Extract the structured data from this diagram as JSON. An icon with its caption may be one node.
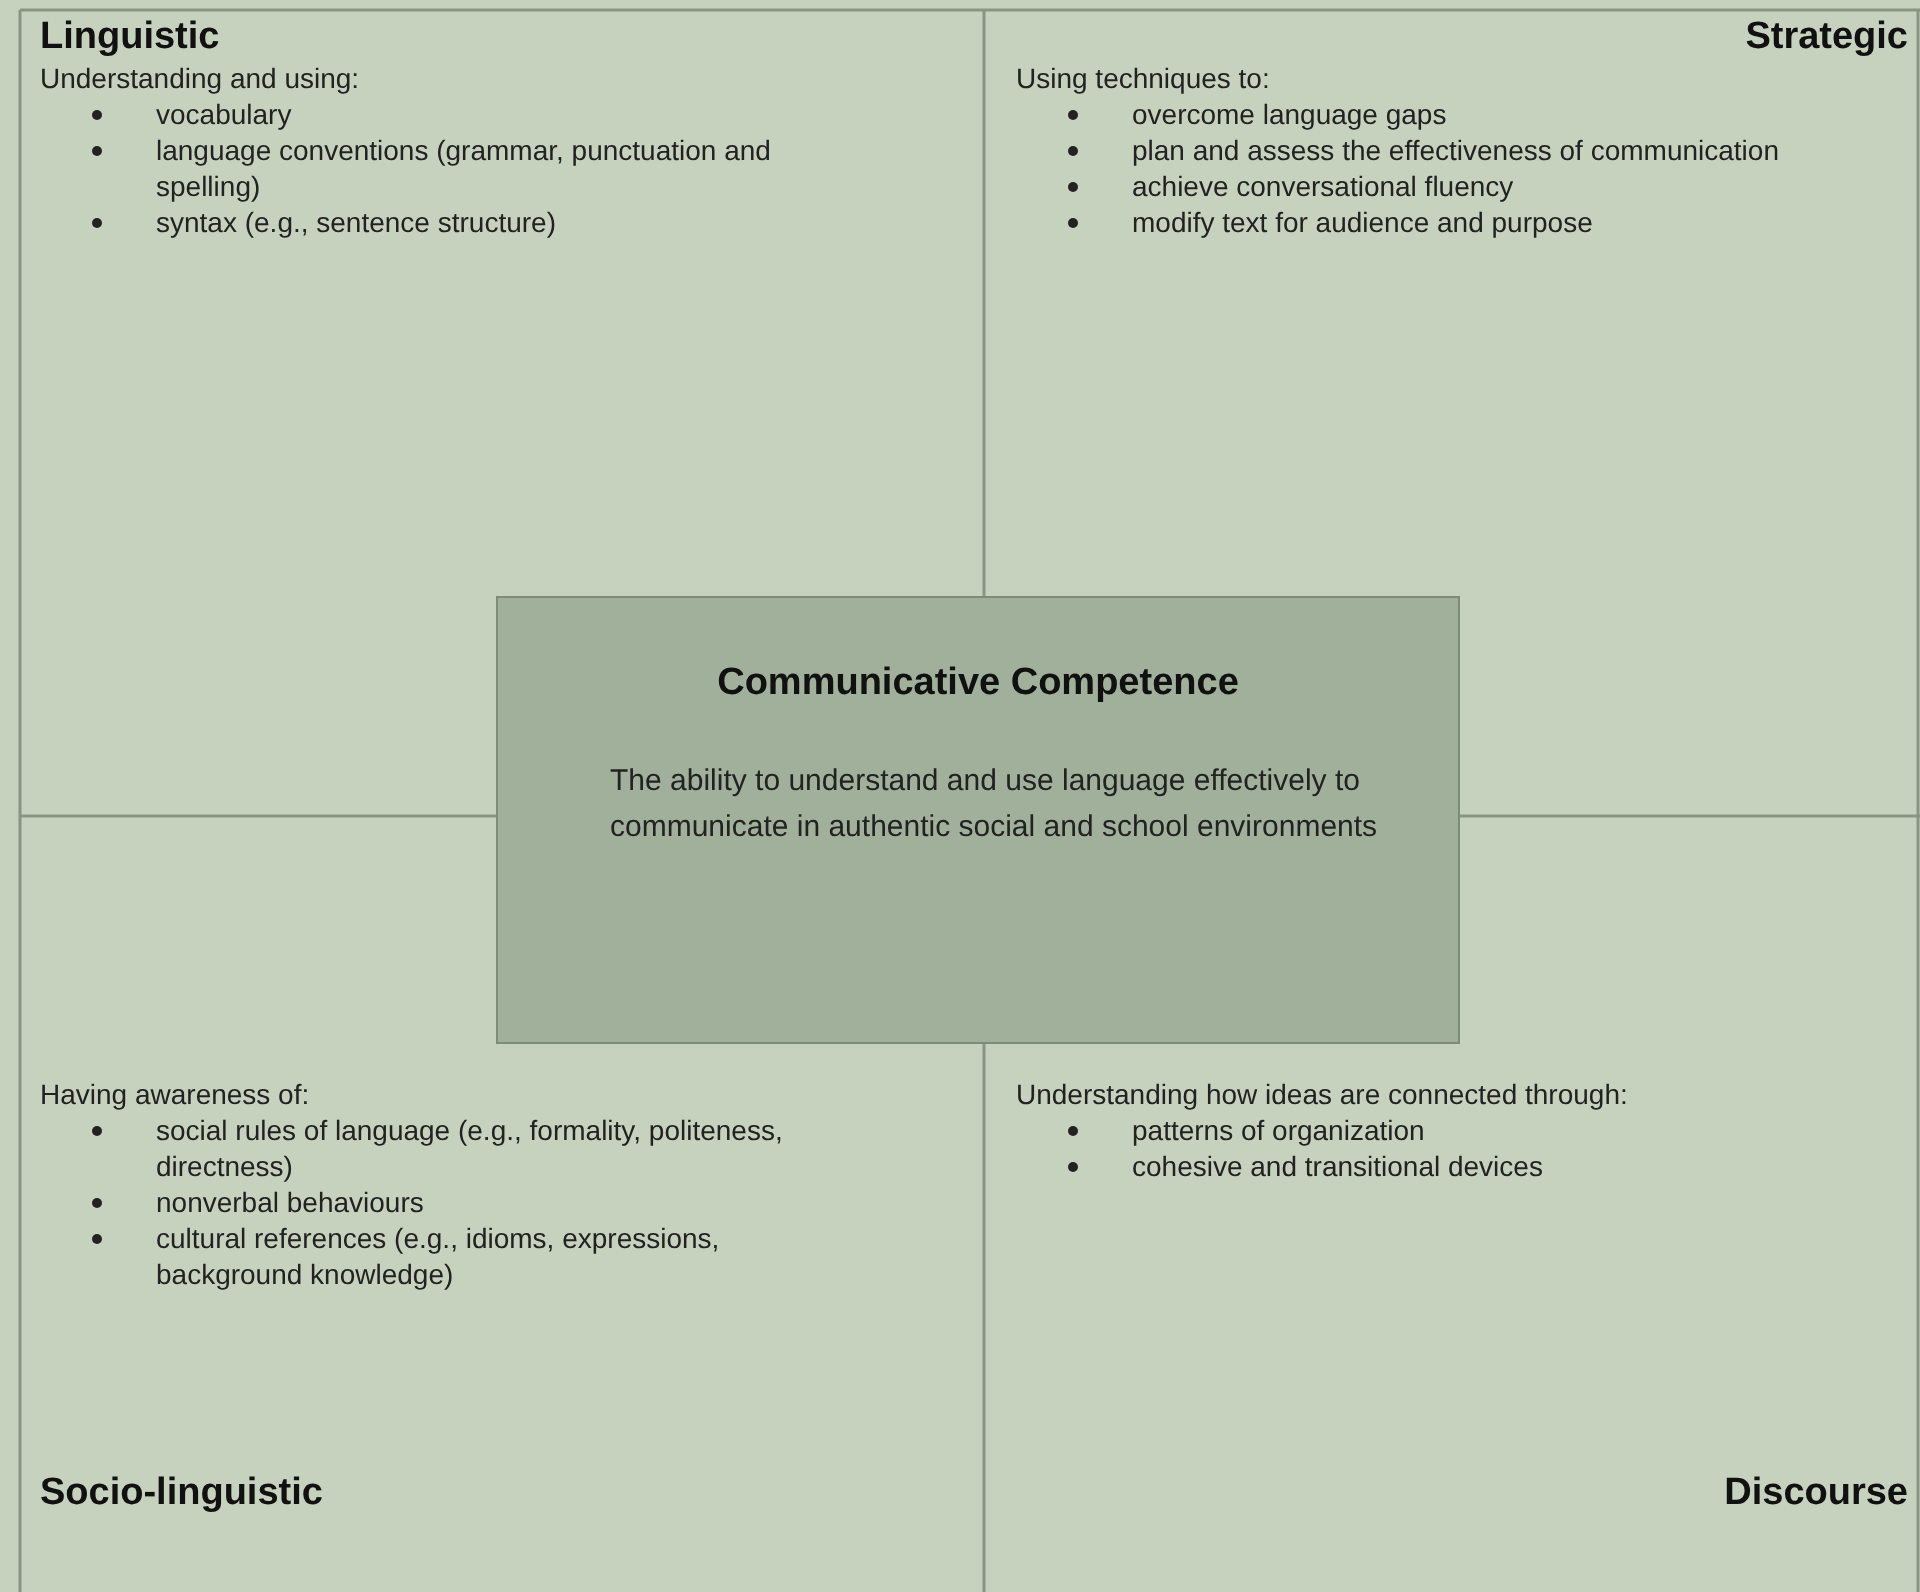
{
  "diagram": {
    "nodes": [
      {
        "text": [
          "Linguistic",
          "Understanding and using:",
          "vocabulary",
          "language conventions (grammar, punctuation and spelling)",
          "syntax (e.g., sentence structure)"
        ]
      },
      {
        "text": [
          "Strategic",
          "Using techniques to:",
          "overcome language gaps",
          "plan and assess the effectiveness of communication",
          "achieve conversational fluency",
          "modify text for audience and purpose"
        ]
      },
      {
        "text": [
          "Communicative Competence",
          "The ability to understand and use language effectively to communicate in authentic social and school environments"
        ]
      },
      {
        "text": [
          "Having awareness of:",
          "social rules of language (e.g., formality, politeness, directness)",
          "nonverbal behaviours",
          "cultural references (e.g., idioms, expressions, background knowledge)",
          "Socio-linguistic"
        ]
      },
      {
        "text": [
          "Understanding how ideas are connected through:",
          "patterns of organization",
          "cohesive and transitional devices",
          "Discourse"
        ]
      }
    ]
  }
}
